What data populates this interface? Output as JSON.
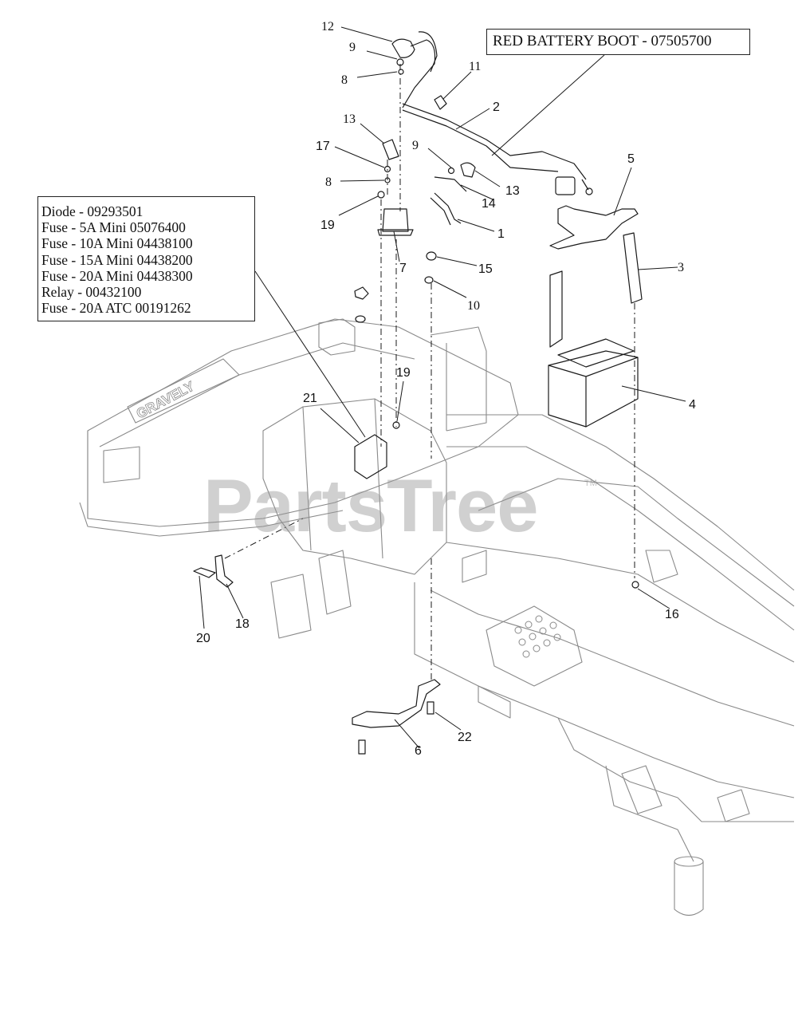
{
  "boot_callout": "RED BATTERY BOOT - 07505700",
  "parts_list": [
    "Diode - 09293501",
    "Fuse - 5A Mini 05076400",
    "Fuse - 10A Mini 04438100",
    "Fuse - 15A Mini 04438200",
    "Fuse - 20A Mini 04438300",
    "Relay - 00432100",
    "Fuse - 20A ATC 00191262"
  ],
  "watermark": "PartsTree",
  "trademark": "TM",
  "frame_brand": "GRAVELY",
  "labels": {
    "l12": "12",
    "l9a": "9",
    "l8a": "8",
    "l11": "11",
    "l2": "2",
    "l13a": "13",
    "l17": "17",
    "l9b": "9",
    "l8b": "8",
    "l13b": "13",
    "l14": "14",
    "l5": "5",
    "l19a": "19",
    "l1": "1",
    "l3": "3",
    "l7": "7",
    "l15": "15",
    "l10": "10",
    "l19b": "19",
    "l21": "21",
    "l4": "4",
    "l16": "16",
    "l18": "18",
    "l20": "20",
    "l6": "6",
    "l22": "22"
  },
  "colors": {
    "line": "#1a1a1a",
    "frame": "#8a8a8a",
    "watermark": "#969696"
  }
}
